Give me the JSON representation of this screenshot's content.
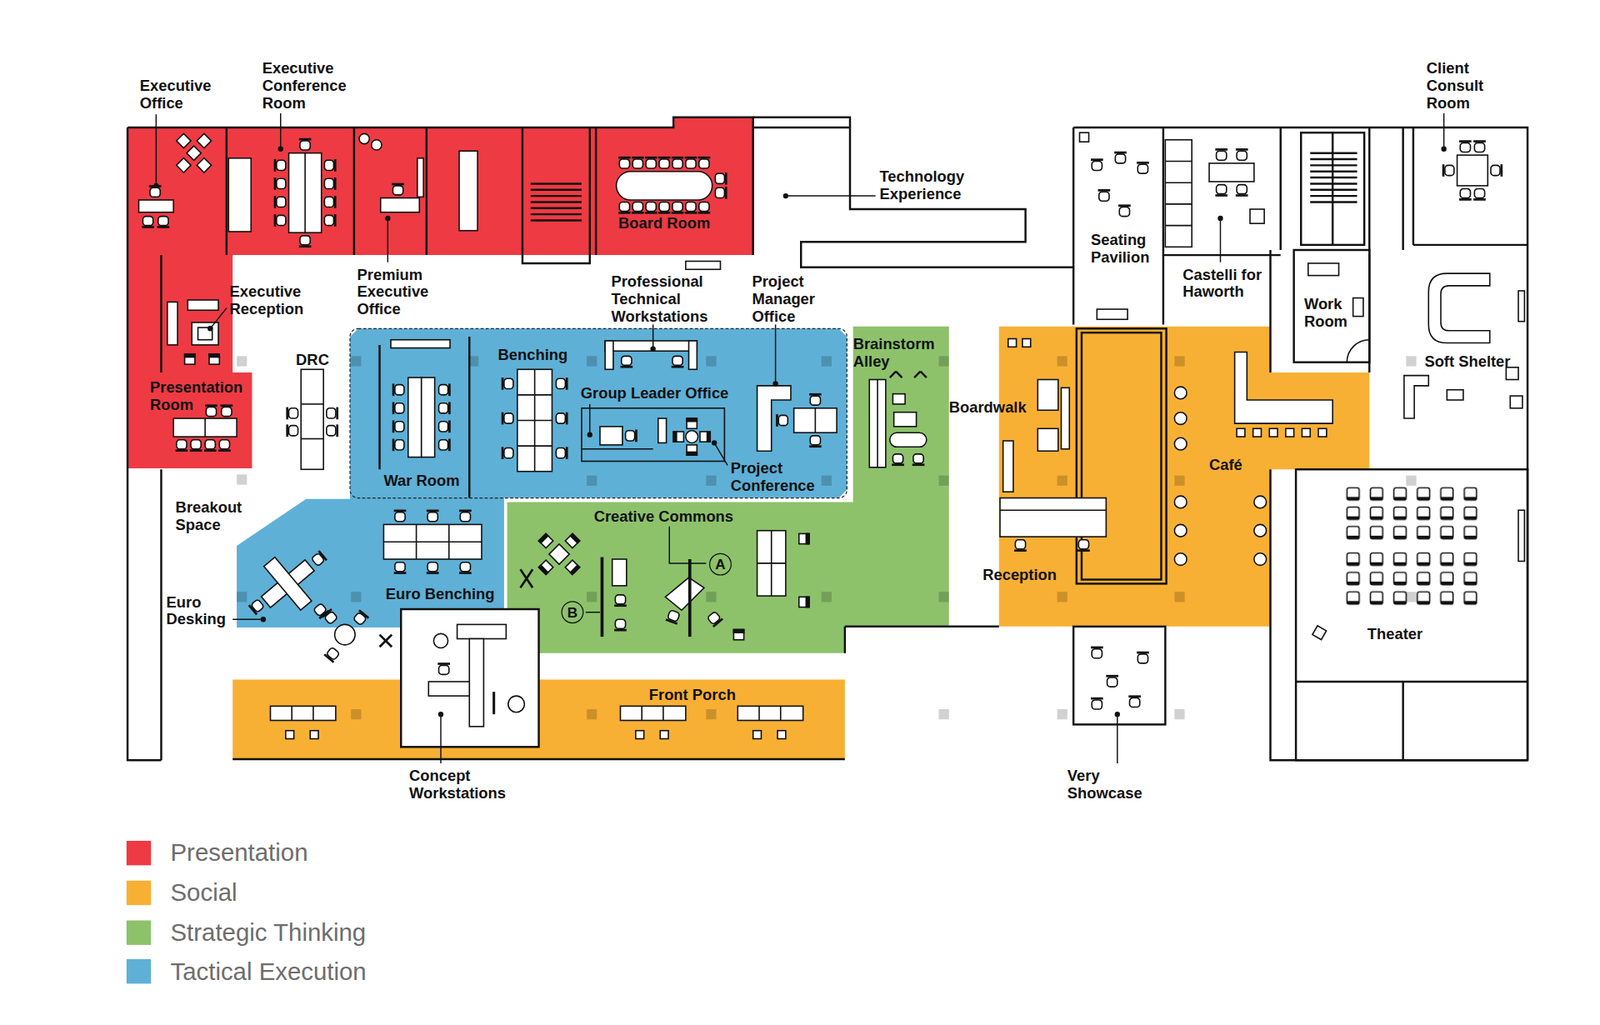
{
  "diagram": {
    "nodes": [
      {
        "text": [
          "Board Room"
        ]
      },
      {
        "text": [
          "Seating Pavilion"
        ]
      },
      {
        "text": [
          "Work Room"
        ]
      },
      {
        "text": [
          "Presentation Room"
        ]
      },
      {
        "text": [
          "Theater"
        ]
      },
      {
        "text": [
          "A"
        ]
      },
      {
        "text": [
          "B"
        ]
      },
      {
        "text": [
          "Concept Workstations"
        ]
      },
      {
        "text": [
          "Very Showcase"
        ]
      },
      {
        "text": [
          "Front Porch"
        ]
      }
    ],
    "labels": [
      "Executive Office",
      "Executive Conference Room",
      "Technology Experience",
      "Client Consult Room",
      "Castelli for Haworth",
      "Premium Executive Office",
      "Executive Reception",
      "Professional Technical Workstations",
      "Project Manager Office",
      "DRC",
      "Benching",
      "Brainstorm Alley",
      "Soft Shelter",
      "Group Leader Office",
      "Boardwalk",
      "Café",
      "Project Conference",
      "War Room",
      "Breakout Space",
      "Creative Commons",
      "Reception",
      "Euro Benching",
      "Euro Desking"
    ],
    "legend": [
      {
        "text": "Presentation",
        "color": "#ee3a43"
      },
      {
        "text": "Social",
        "color": "#f8b034"
      },
      {
        "text": "Strategic Thinking",
        "color": "#8dc26b"
      },
      {
        "text": "Tactical Execution",
        "color": "#5eb0d6"
      }
    ]
  }
}
